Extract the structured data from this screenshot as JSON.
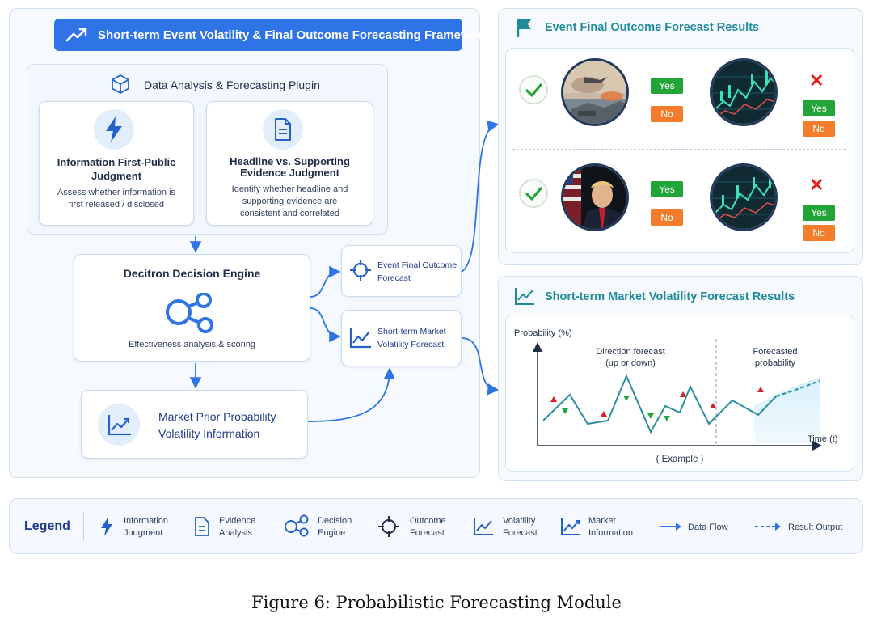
{
  "banner": {
    "title": "Short-term Event Volatility & Final Outcome Forecasting Framework"
  },
  "plugin": {
    "title": "Data Analysis & Forecasting Plugin",
    "card1": {
      "title_line1": "Information First-Public",
      "title_line2": "Judgment",
      "desc_line1": "Assess whether information is",
      "desc_line2": "first released / disclosed"
    },
    "card2": {
      "title_line1": "Headline vs. Supporting",
      "title_line2": "Evidence Judgment",
      "desc_line1": "Identify whether headline and",
      "desc_line2": "supporting evidence are",
      "desc_line3": "consistent and correlated"
    }
  },
  "engine": {
    "title": "Decitron Decision Engine",
    "desc": "Effectiveness analysis & scoring"
  },
  "market_prior": {
    "line1": "Market Prior Probability",
    "line2": "Volatility Information"
  },
  "outcome_box": {
    "line1": "Event Final Outcome",
    "line2": "Forecast"
  },
  "volatility_box": {
    "line1": "Short-term Market",
    "line2": "Volatility Forecast"
  },
  "results": {
    "title": "Event Final Outcome Forecast Results",
    "yes": "Yes",
    "no": "No"
  },
  "market_results": {
    "title": "Short-term Market Volatility Forecast Results"
  },
  "chart_data": {
    "type": "line",
    "ylabel": "Probability (%)",
    "xlabel": "Time (t)",
    "note": "( Example )",
    "annotation_left_line1": "Direction forecast",
    "annotation_left_line2": "(up or down)",
    "annotation_right_line1": "Forecasted",
    "annotation_right_line2": "probability"
  },
  "legend": {
    "title": "Legend",
    "items": [
      {
        "icon": "lightning-icon",
        "line1": "Information",
        "line2": "Judgment"
      },
      {
        "icon": "document-icon",
        "line1": "Evidence",
        "line2": "Analysis"
      },
      {
        "icon": "decision-engine-icon",
        "line1": "Decision",
        "line2": "Engine"
      },
      {
        "icon": "crosshair-icon",
        "line1": "Outcome",
        "line2": "Forecast"
      },
      {
        "icon": "volatility-icon",
        "line1": "Volatility",
        "line2": "Forecast"
      },
      {
        "icon": "market-info-icon",
        "line1": "Market",
        "line2": "Information"
      },
      {
        "icon": "arrow-right-icon",
        "line1": "Data Flow",
        "line2": ""
      },
      {
        "icon": "dashed-arrow-icon",
        "line1": "Result Output",
        "line2": ""
      }
    ]
  },
  "caption": "Figure 6: Probabilistic Forecasting Module",
  "colors": {
    "accent": "#2f74e6",
    "teal": "#1e8a9a",
    "yes": "#23a437",
    "no": "#f47c2b",
    "cross": "#e21d1d"
  }
}
